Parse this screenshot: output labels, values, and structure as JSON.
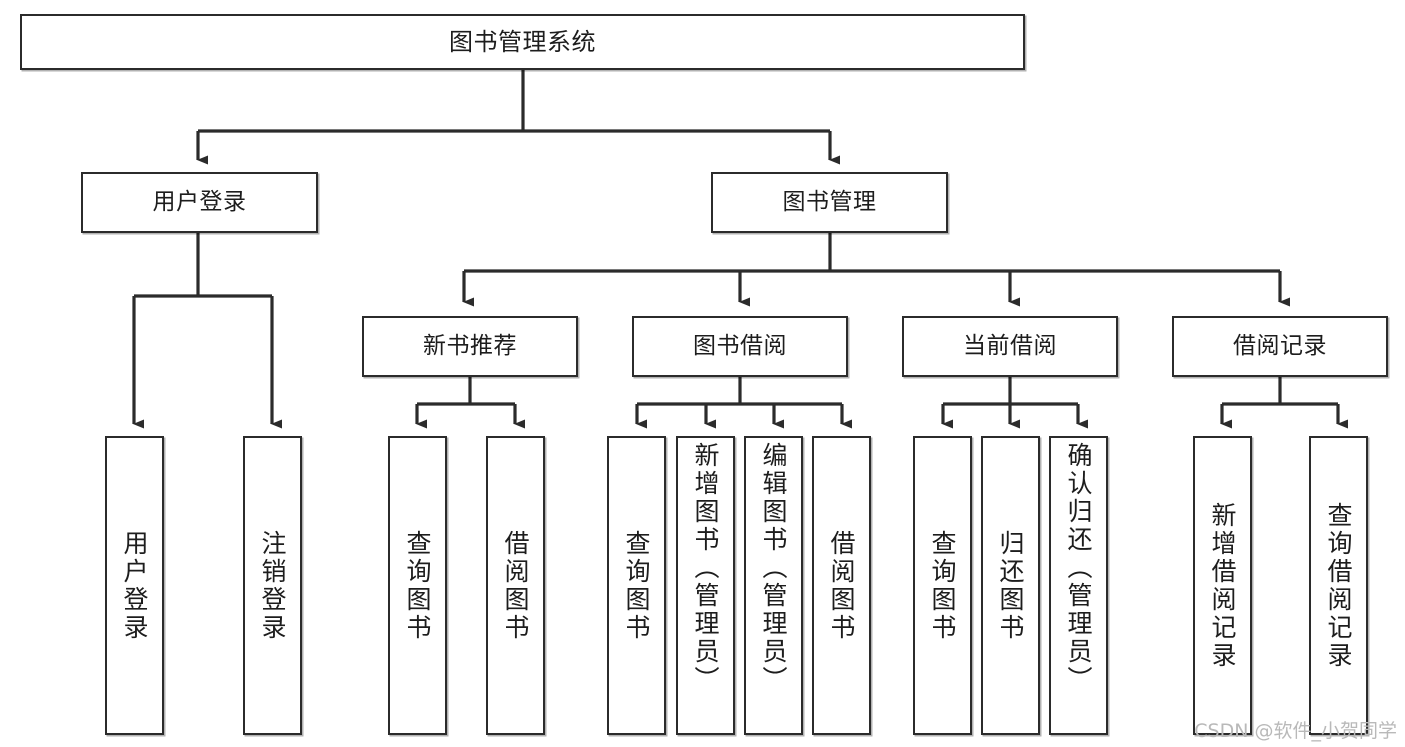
{
  "diagram": {
    "title": "图书管理系统",
    "type": "tree-hierarchy-chart",
    "watermark": "CSDN @软件_小贺同学",
    "stroke_color": "#2b2b2b",
    "fill_color": "#ffffff",
    "text_color": "#1d1d1d"
  },
  "nodes": {
    "root": {
      "label": "图书管理系统"
    },
    "level2": [
      {
        "label": "用户登录"
      },
      {
        "label": "图书管理"
      }
    ],
    "level3": [
      {
        "label": "新书推荐"
      },
      {
        "label": "图书借阅"
      },
      {
        "label": "当前借阅"
      },
      {
        "label": "借阅记录"
      }
    ],
    "leaves_user_login": [
      {
        "label": "用户登录"
      },
      {
        "label": "注销登录"
      }
    ],
    "leaves_new_book": [
      {
        "label": "查询图书"
      },
      {
        "label": "借阅图书"
      }
    ],
    "leaves_borrow": [
      {
        "label": "查询图书"
      },
      {
        "label": "新增图书（管理员）"
      },
      {
        "label": "编辑图书（管理员）"
      },
      {
        "label": "借阅图书"
      }
    ],
    "leaves_current": [
      {
        "label": "查询图书"
      },
      {
        "label": "归还图书"
      },
      {
        "label": "确认归还（管理员）"
      }
    ],
    "leaves_record": [
      {
        "label": "新增借阅记录"
      },
      {
        "label": "查询借阅记录"
      }
    ]
  }
}
